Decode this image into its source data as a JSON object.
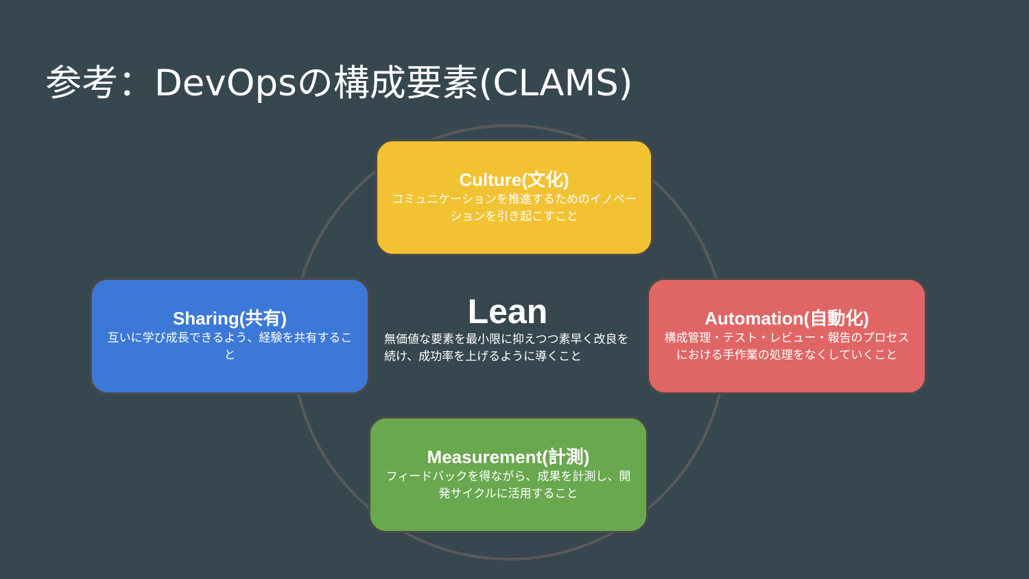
{
  "title": "参考：DevOpsの構成要素(CLAMS)",
  "colors": {
    "background": "#37474f",
    "culture": "#f2c232",
    "sharing": "#3c78d8",
    "automation": "#e06666",
    "measurement": "#6aa84f",
    "ring": "#595959"
  },
  "center": {
    "title": "Lean",
    "text": "無価値な要素を最小限に抑えつつ素早く改良を続け、成功率を上げるように導くこと"
  },
  "culture": {
    "title": "Culture(文化)",
    "text": "コミュニケーションを推進するためのイノベーションを引き起こすこと"
  },
  "sharing": {
    "title": "Sharing(共有)",
    "text": "互いに学び成長できるよう、経験を共有すること"
  },
  "automation": {
    "title": "Automation(自動化)",
    "text": "構成管理・テスト・レビュー・報告のプロセスにおける手作業の処理をなくしていくこと"
  },
  "measurement": {
    "title": "Measurement(計測)",
    "text": "フィードバックを得ながら、成果を計測し、開発サイクルに活用すること"
  }
}
